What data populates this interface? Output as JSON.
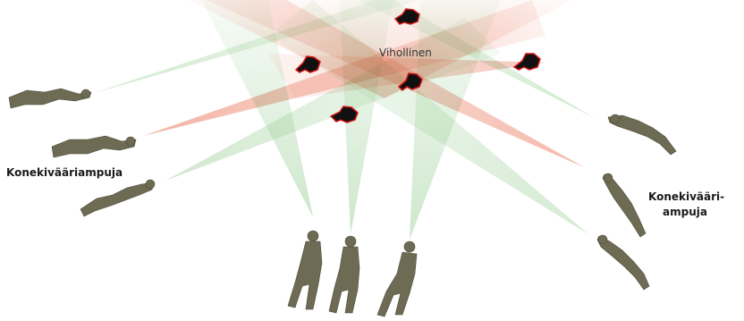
{
  "labels": {
    "enemy": "Vihollinen",
    "mg_left": "Konekivääriampuja",
    "mg_right_line1": "Konekivääri-",
    "mg_right_line2": "ampuja"
  },
  "colors": {
    "friendly_fire_sector": "#8fc98a",
    "enemy_fire_sector": "#e8694a",
    "enemy_mark": "#111111",
    "enemy_mark_outline": "#d41414",
    "soldier_camo": "#6e6b55"
  },
  "icons": {
    "soldier": "prone-soldier-icon",
    "standing_soldier": "standing-soldier-icon",
    "enemy": "enemy-blob-icon"
  }
}
